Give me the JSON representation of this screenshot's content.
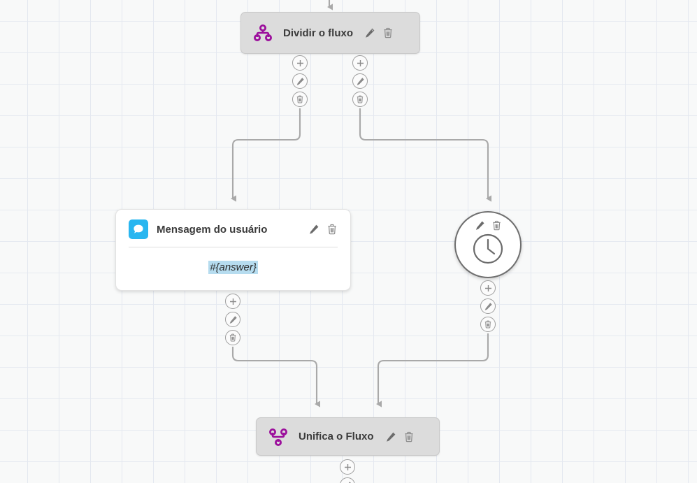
{
  "canvas": {
    "background_color": "#f8f9f9",
    "grid_color": "#e4e8f0",
    "grid_size": 45
  },
  "palette": {
    "flow_node_bg": "#dcdcdc",
    "flow_icon_purple": "#9c0f9c",
    "message_icon_blue": "#29b6f0",
    "variable_highlight": "#b6dcef",
    "edge_color": "#aaaaaa",
    "tool_icon": "#6b6b6b"
  },
  "nodes": [
    {
      "id": "split",
      "type": "flow-split",
      "title": "Dividir o fluxo",
      "icon": "split-flow-icon",
      "tools": [
        {
          "name": "edit-node-icon",
          "glyph": "pencil"
        },
        {
          "name": "delete-node-icon",
          "glyph": "trash"
        }
      ]
    },
    {
      "id": "user-message",
      "type": "message",
      "title": "Mensagem do usuário",
      "icon": "chat-bubble-icon",
      "content": "#{answer}",
      "tools": [
        {
          "name": "edit-node-icon",
          "glyph": "pencil"
        },
        {
          "name": "delete-node-icon",
          "glyph": "trash"
        }
      ]
    },
    {
      "id": "delay",
      "type": "delay",
      "title": "",
      "icon": "clock-icon",
      "tools": [
        {
          "name": "edit-node-icon",
          "glyph": "pencil"
        },
        {
          "name": "delete-node-icon",
          "glyph": "trash"
        }
      ]
    },
    {
      "id": "merge",
      "type": "flow-merge",
      "title": "Unifica o Fluxo",
      "icon": "merge-flow-icon",
      "tools": [
        {
          "name": "edit-node-icon",
          "glyph": "pencil"
        },
        {
          "name": "delete-node-icon",
          "glyph": "trash"
        }
      ]
    }
  ],
  "connector_actions": {
    "add": {
      "name": "add-step-button",
      "glyph": "plus"
    },
    "edit": {
      "name": "edit-step-button",
      "glyph": "pencil"
    },
    "delete": {
      "name": "delete-step-button",
      "glyph": "trash"
    }
  }
}
